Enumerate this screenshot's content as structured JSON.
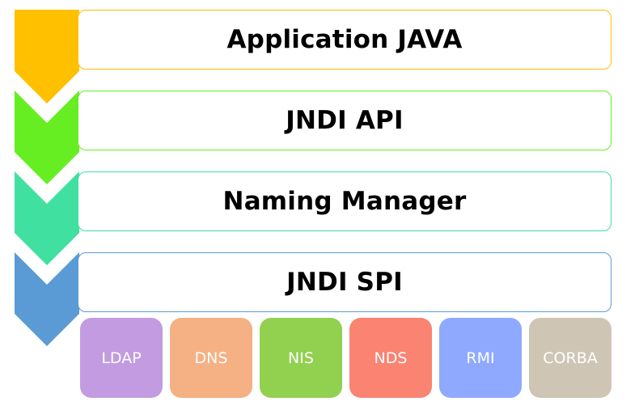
{
  "layers": [
    {
      "label": "Application JAVA",
      "color": "#FFC000"
    },
    {
      "label": "JNDI API",
      "color": "#66EE22"
    },
    {
      "label": "Naming Manager",
      "color": "#40E0A0"
    },
    {
      "label": "JNDI SPI",
      "color": "#5B9BD5"
    }
  ],
  "providers": [
    {
      "label": "LDAP",
      "color": "#C39BE0"
    },
    {
      "label": "DNS",
      "color": "#F5B183"
    },
    {
      "label": "NIS",
      "color": "#92D050"
    },
    {
      "label": "NDS",
      "color": "#FA8372"
    },
    {
      "label": "RMI",
      "color": "#8EA9FF"
    },
    {
      "label": "CORBA",
      "color": "#CEC5B5"
    }
  ]
}
